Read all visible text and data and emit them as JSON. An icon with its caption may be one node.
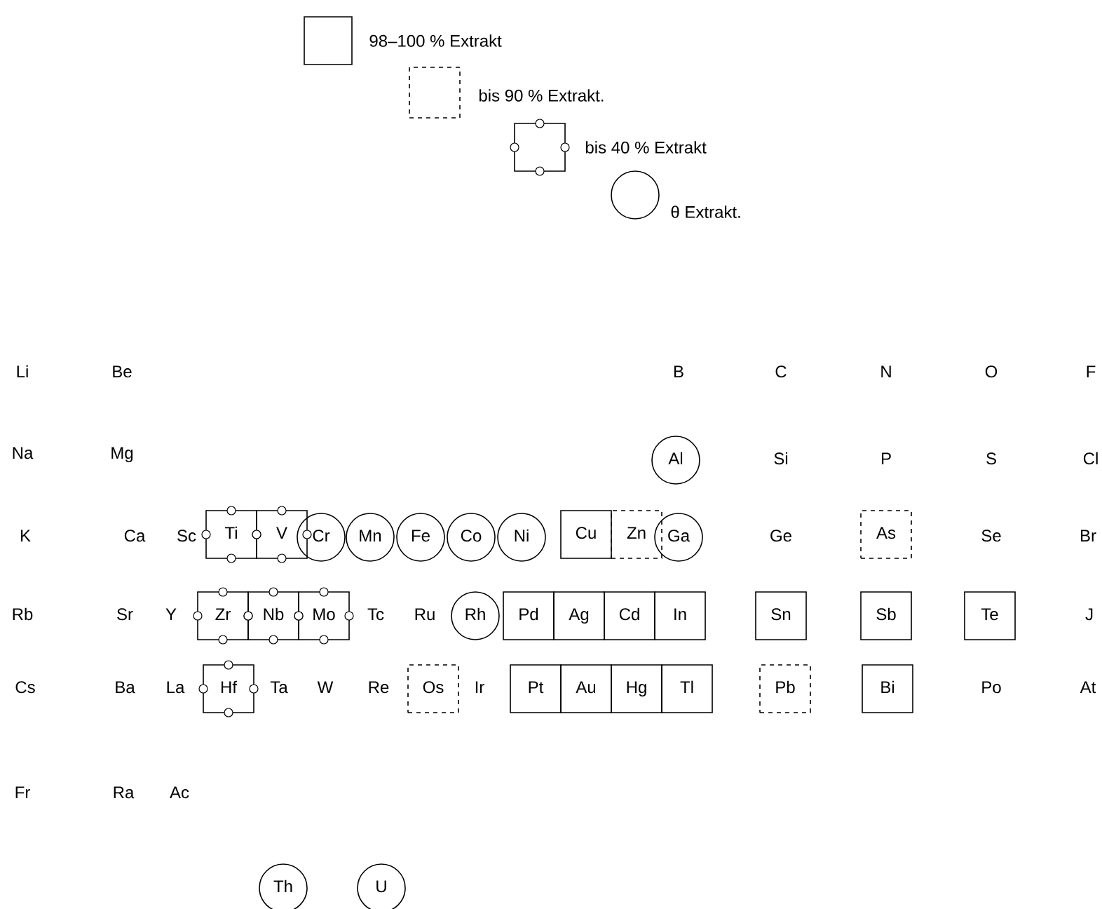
{
  "diagram": {
    "nodes": [
      {
        "text": [
          "Al"
        ]
      },
      {
        "text": [
          "Ti"
        ]
      },
      {
        "text": [
          "V"
        ]
      },
      {
        "text": [
          "Cr"
        ]
      },
      {
        "text": [
          "Mn"
        ]
      },
      {
        "text": [
          "Fe"
        ]
      },
      {
        "text": [
          "Co"
        ]
      },
      {
        "text": [
          "Ni"
        ]
      },
      {
        "text": [
          "Cu"
        ]
      },
      {
        "text": [
          "Zn"
        ]
      },
      {
        "text": [
          "Ga"
        ]
      },
      {
        "text": [
          "As"
        ]
      },
      {
        "text": [
          "Zr"
        ]
      },
      {
        "text": [
          "Nb"
        ]
      },
      {
        "text": [
          "Mo"
        ]
      },
      {
        "text": [
          "Rh"
        ]
      },
      {
        "text": [
          "Pd"
        ]
      },
      {
        "text": [
          "Ag"
        ]
      },
      {
        "text": [
          "Cd"
        ]
      },
      {
        "text": [
          "In"
        ]
      },
      {
        "text": [
          "Sn"
        ]
      },
      {
        "text": [
          "Sb"
        ]
      },
      {
        "text": [
          "Te"
        ]
      },
      {
        "text": [
          "Hf"
        ]
      },
      {
        "text": [
          "Os"
        ]
      },
      {
        "text": [
          "Pt"
        ]
      },
      {
        "text": [
          "Au"
        ]
      },
      {
        "text": [
          "Hg"
        ]
      },
      {
        "text": [
          "Tl"
        ]
      },
      {
        "text": [
          "Pb"
        ]
      },
      {
        "text": [
          "Bi"
        ]
      },
      {
        "text": [
          "Th"
        ]
      },
      {
        "text": [
          "U"
        ]
      }
    ],
    "labels": [
      "Li",
      "Be",
      "B",
      "C",
      "N",
      "O",
      "F",
      "Na",
      "Mg",
      "Si",
      "P",
      "S",
      "Cl",
      "K",
      "Ca",
      "Sc",
      "Ge",
      "Se",
      "Br",
      "Rb",
      "Sr",
      "Y",
      "Tc",
      "Ru",
      "J",
      "Cs",
      "Ba",
      "La",
      "Ta",
      "W",
      "Re",
      "Ir",
      "Po",
      "At",
      "Fr",
      "Ra",
      "Ac"
    ],
    "legend": [
      {
        "text": "98–100 % Extrakt"
      },
      {
        "text": "bis 90 % Extrakt."
      },
      {
        "text": "bis 40 % Extrakt"
      },
      {
        "text": "θ Extrakt."
      }
    ]
  }
}
